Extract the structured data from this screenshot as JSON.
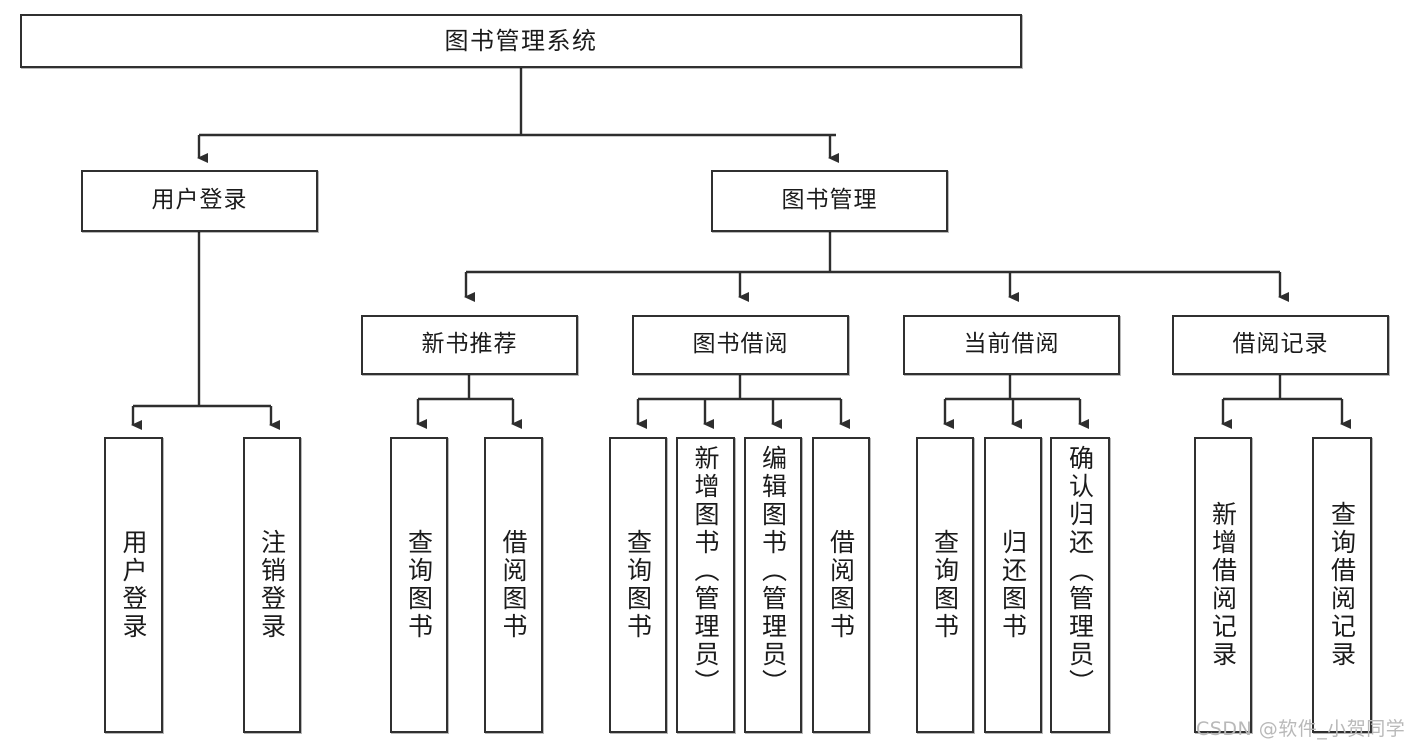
{
  "diagram": {
    "title": "图书管理系统",
    "type": "hierarchy-tree",
    "background_color": "#ffffff",
    "border_color": "#303030",
    "text_color": "#1b1b1b",
    "levels": {
      "root": {
        "label": "图书管理系统"
      },
      "level2": [
        {
          "label": "用户登录"
        },
        {
          "label": "图书管理"
        }
      ],
      "level3": [
        {
          "label": "新书推荐"
        },
        {
          "label": "图书借阅"
        },
        {
          "label": "当前借阅"
        },
        {
          "label": "借阅记录"
        }
      ],
      "leaves": [
        {
          "label": "用户登录",
          "parent": "用户登录"
        },
        {
          "label": "注销登录",
          "parent": "用户登录"
        },
        {
          "label": "查询图书",
          "parent": "新书推荐"
        },
        {
          "label": "借阅图书",
          "parent": "新书推荐"
        },
        {
          "label": "查询图书",
          "parent": "图书借阅"
        },
        {
          "label": "新增图书（管理员）",
          "parent": "图书借阅"
        },
        {
          "label": "编辑图书（管理员）",
          "parent": "图书借阅"
        },
        {
          "label": "借阅图书",
          "parent": "图书借阅"
        },
        {
          "label": "查询图书",
          "parent": "当前借阅"
        },
        {
          "label": "归还图书",
          "parent": "当前借阅"
        },
        {
          "label": "确认归还（管理员）",
          "parent": "当前借阅"
        },
        {
          "label": "新增借阅记录",
          "parent": "借阅记录"
        },
        {
          "label": "查询借阅记录",
          "parent": "借阅记录"
        }
      ]
    }
  },
  "watermark": {
    "text": "CSDN @软件_小贺同学"
  }
}
